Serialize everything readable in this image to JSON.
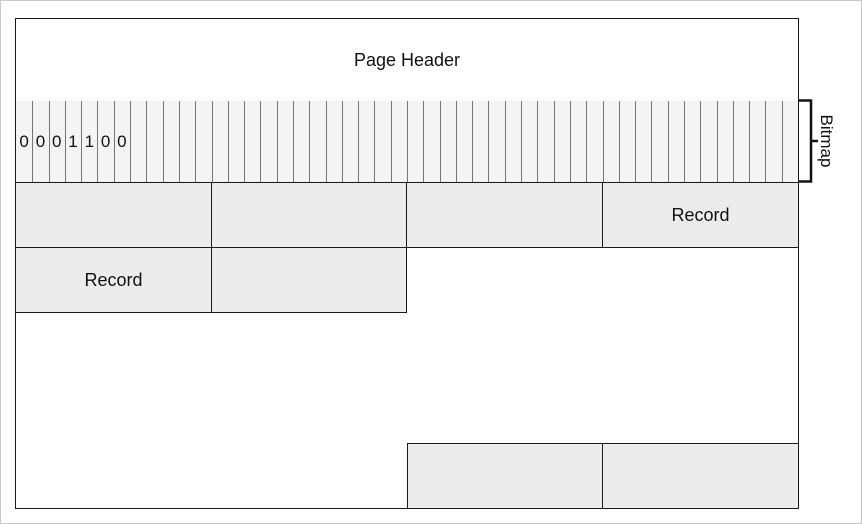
{
  "header": {
    "title": "Page Header"
  },
  "bitmap": {
    "label": "Bitmap",
    "bits": [
      "0",
      "0",
      "0",
      "1",
      "1",
      "0",
      "0"
    ],
    "cell_count": 48
  },
  "records": [
    {
      "label": ""
    },
    {
      "label": ""
    },
    {
      "label": ""
    },
    {
      "label": "Record"
    },
    {
      "label": "Record"
    },
    {
      "label": ""
    },
    {
      "label": ""
    },
    {
      "label": ""
    }
  ]
}
